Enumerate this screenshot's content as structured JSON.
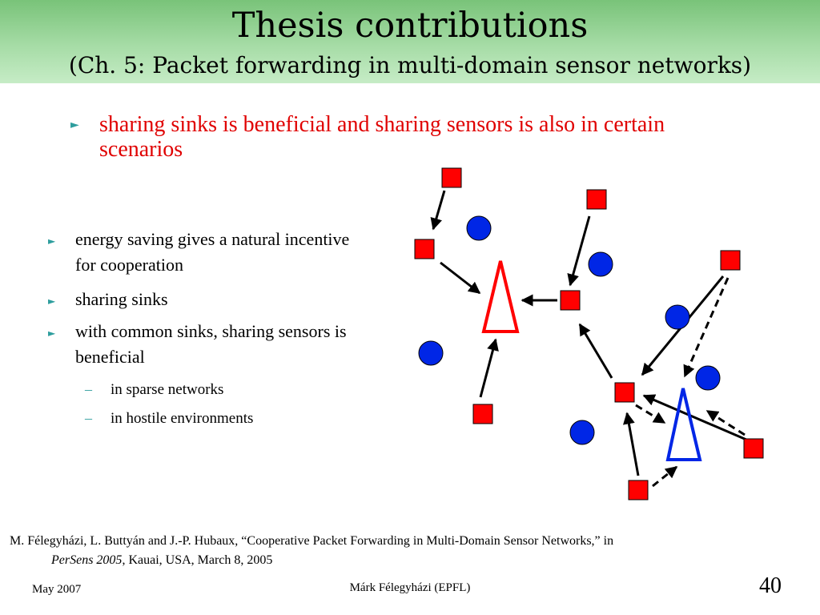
{
  "slide": {
    "title": "Thesis contributions",
    "subtitle": "(Ch. 5: Packet forwarding in multi-domain sensor networks)",
    "highlight": "sharing sinks is beneficial and sharing sensors is also in certain scenarios",
    "bullets": [
      {
        "text": "energy saving gives a natural incentive for cooperation"
      },
      {
        "text": "sharing sinks"
      },
      {
        "text": "with common sinks, sharing sensors is beneficial"
      }
    ],
    "sub_bullets": [
      "in sparse networks",
      "in hostile environments"
    ],
    "citation": {
      "line1": "M. Félegyházi, L. Buttyán and J.-P. Hubaux, “Cooperative Packet Forwarding in Multi-Domain Sensor Networks,” in",
      "venue": "PerSens 2005",
      "rest": ", Kauai, USA, March 8, 2005"
    },
    "footer": {
      "date": "May 2007",
      "author": "Márk Félegyházi (EPFL)",
      "page": "40"
    }
  },
  "colors": {
    "title_bar": "#8fd08f",
    "highlight_text": "#e00000",
    "bullet_marker": "#2e9e9e",
    "sensor_square": "#ff0000",
    "foreign_node": "#0026e6",
    "sink_red": "#ff0000",
    "sink_blue": "#0026e6"
  }
}
